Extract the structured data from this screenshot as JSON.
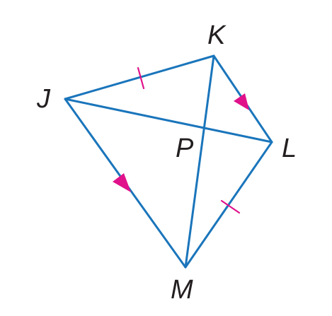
{
  "figure": {
    "type": "kite-diagram",
    "colors": {
      "segment": "#1a75bb",
      "marks": "#e0118a",
      "labels": "#231f20",
      "background": "#ffffff"
    },
    "vertices": {
      "J": "J",
      "K": "K",
      "L": "L",
      "M": "M",
      "P": "P"
    },
    "segments": [
      "JK",
      "KL",
      "LM",
      "MJ",
      "JL",
      "KM"
    ],
    "congruence_marks": {
      "tick_marks": [
        "JK",
        "LM"
      ],
      "arrow_marks": [
        "KL",
        "JM"
      ]
    }
  }
}
